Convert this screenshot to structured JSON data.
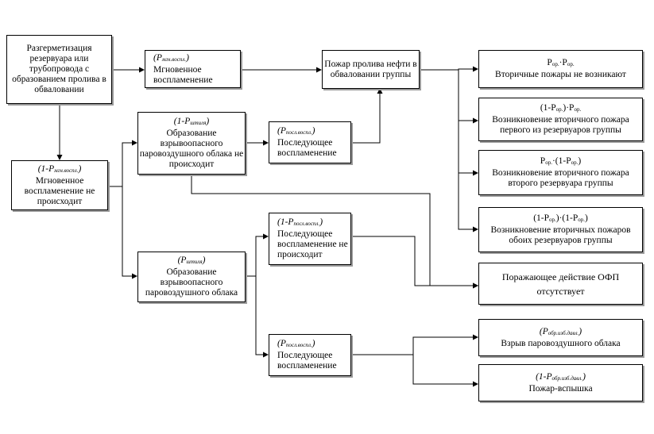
{
  "nodes": {
    "n1": {
      "text": "Разгерметизация резервуара или трубопровода с образованием пролива в обваловании"
    },
    "n2": {
      "prob": "мгн.воспл.",
      "text": "Мгновенное воспламенение"
    },
    "n3": {
      "text": "Пожар пролива нефти в обваловании группы"
    },
    "n4": {
      "prob": "мгн.воспл.",
      "text": "Мгновенное воспламенение не происходит"
    },
    "n5": {
      "prob": "штиля",
      "text": "Образование взрывоопасного паровоздушного облака не происходит"
    },
    "n6": {
      "prob": "посл.воспл.",
      "text": "Последующее воспламенение"
    },
    "n7": {
      "prob": "штиля",
      "text": "Образование взрывоопасного паровоздушного облака"
    },
    "n8": {
      "prob": "посл.воспл.",
      "text": "Последующее воспламенение не происходит"
    },
    "n9": {
      "prob": "посл.воспл.",
      "text": "Последующее воспламенение"
    },
    "o1": {
      "f1": "P",
      "s1": "ор.",
      "mid": "·P",
      "s2": "ор.",
      "text": "Вторичные пожары не возникают"
    },
    "o2": {
      "f1": "(1-P",
      "s1": "ор.",
      "mid": ")·P",
      "s2": "ор.",
      "text": "Возникновение вторичного пожара первого из резервуаров группы"
    },
    "o3": {
      "f1": "P",
      "s1": "ор.",
      "mid": "·(1-P",
      "s2": "ор.",
      "end": ")",
      "text": "Возникновение вторичного пожара второго резервуара группы"
    },
    "o4": {
      "f1": "(1-P",
      "s1": "ор.",
      "mid": ")·(1-P",
      "s2": "ор.",
      "end": ")",
      "text": "Возникновение вторичных пожаров обоих резервуаров группы"
    },
    "o5": {
      "text": "Поражающее действие ОФП отсутствует"
    },
    "o6": {
      "prob": "обр.изб.давл.",
      "text": "Взрыв паровоздушного облака"
    },
    "o7": {
      "prob": "обр.изб.давл.",
      "text": "Пожар-вспышка"
    }
  }
}
